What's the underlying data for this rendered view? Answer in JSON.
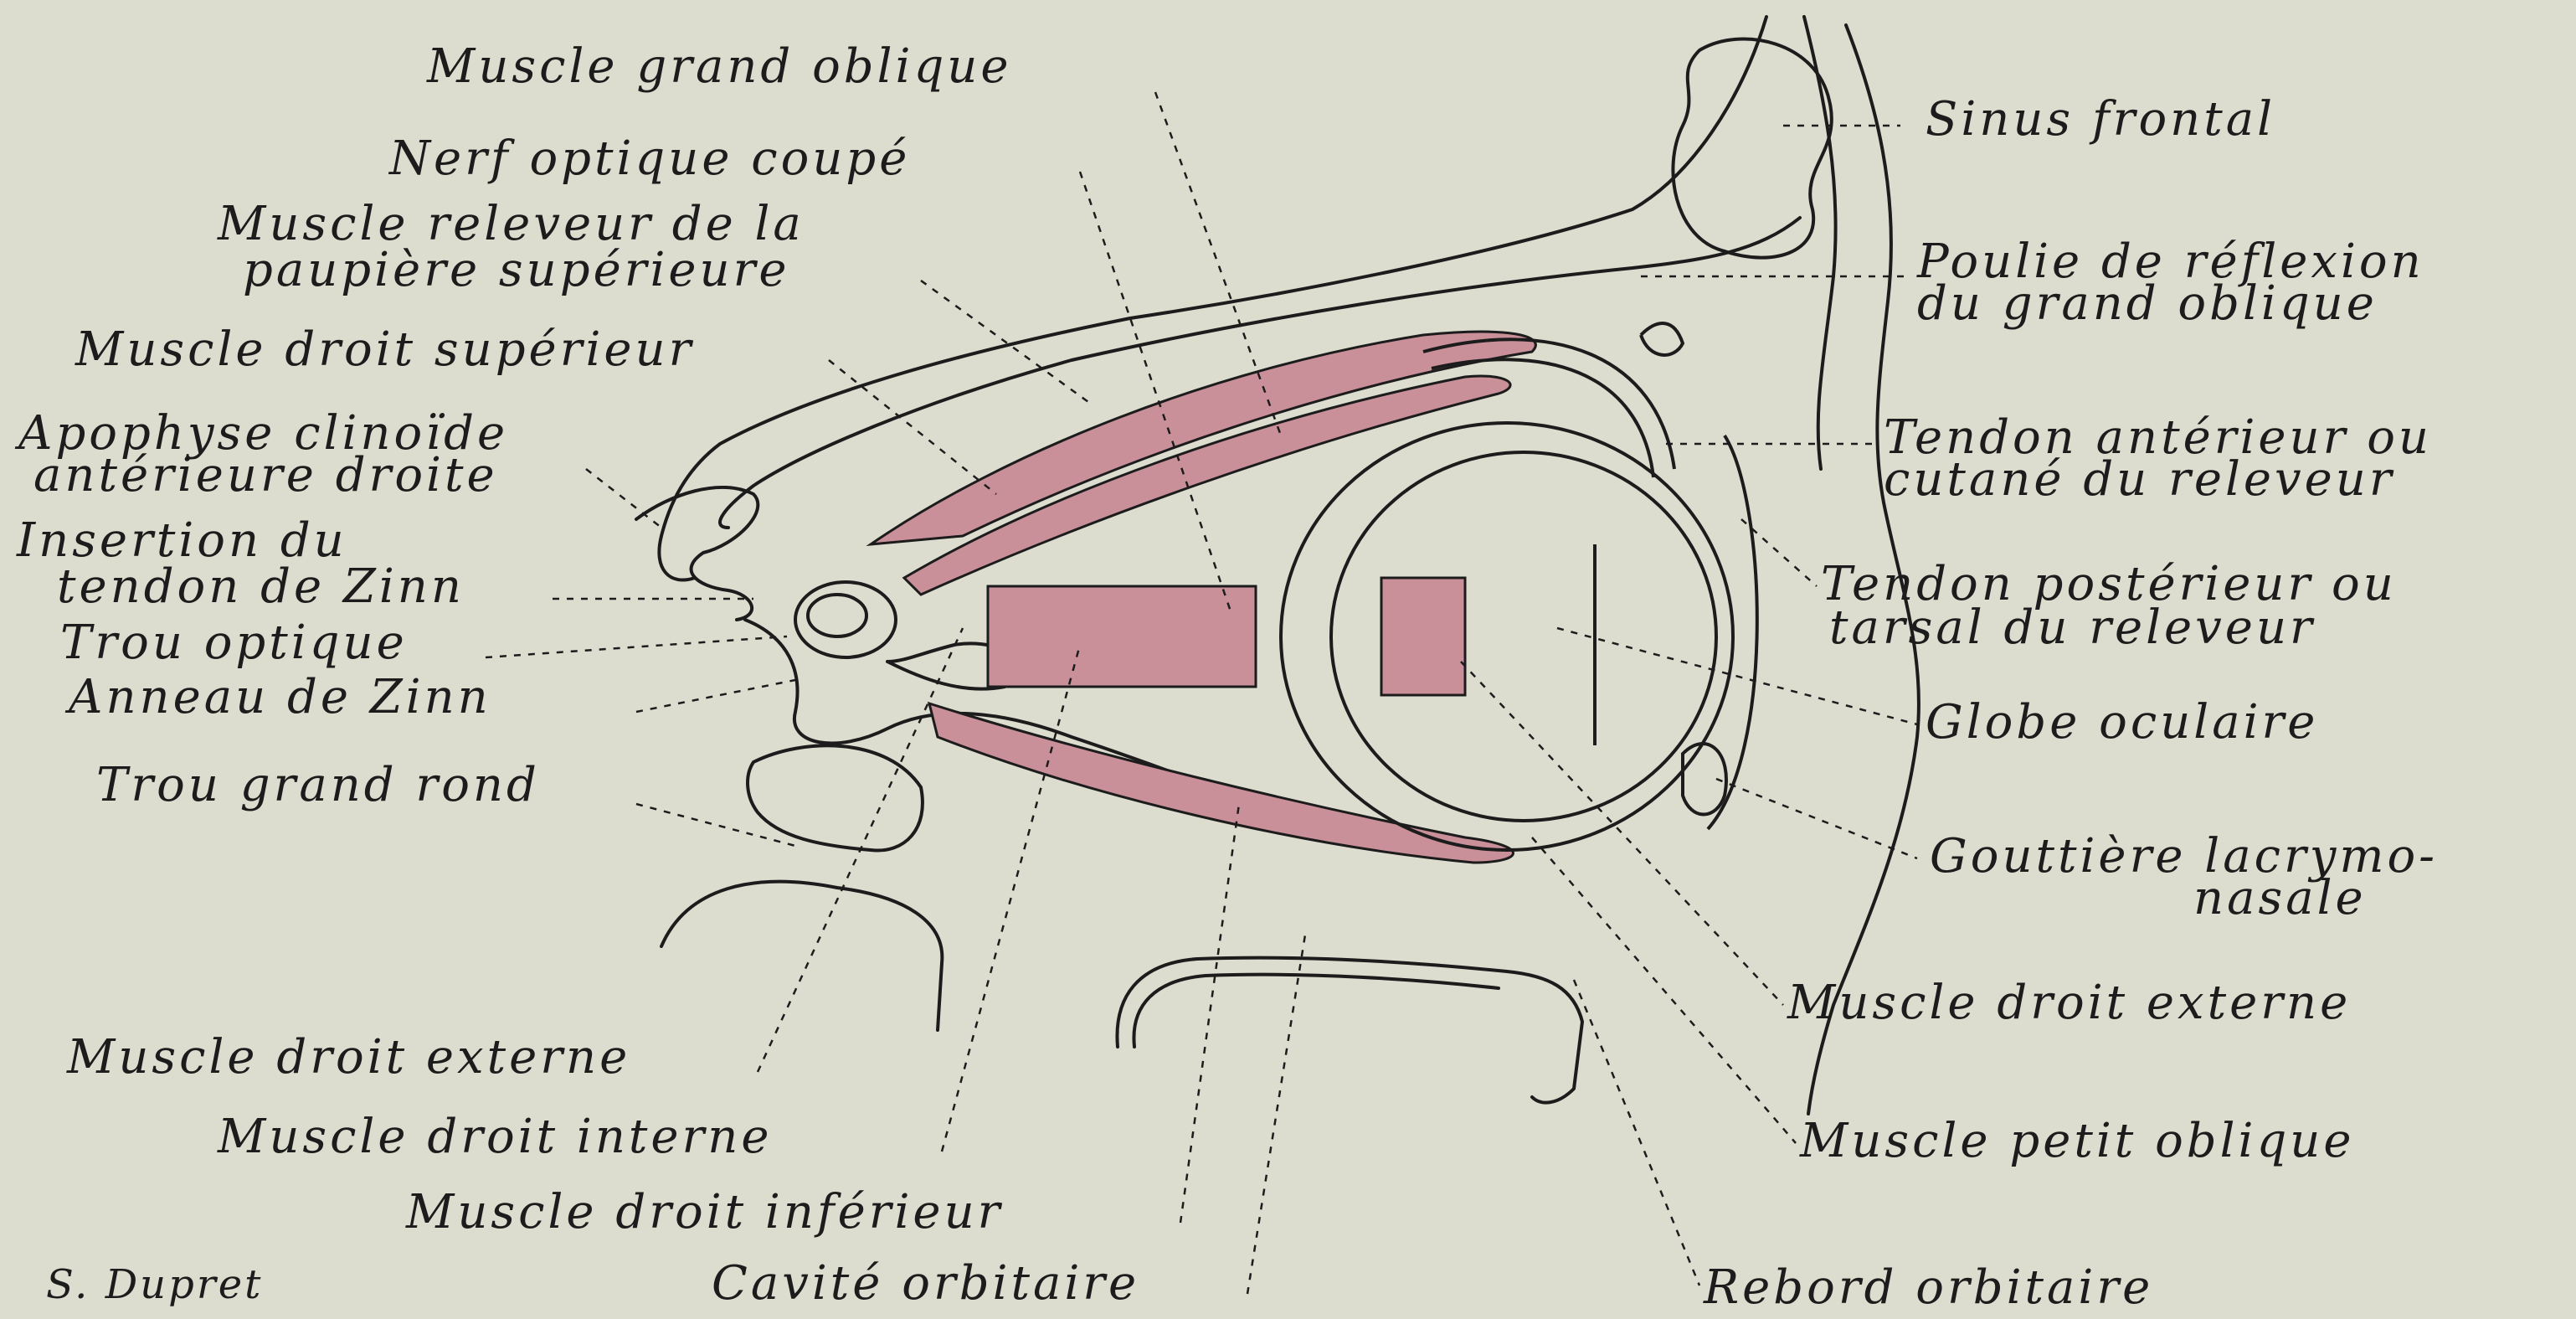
{
  "labels": {
    "grand_oblique": "Muscle grand oblique",
    "nerf_optique": "Nerf optique coupé",
    "releveur_1": "Muscle releveur de la",
    "releveur_2": "paupière supérieure",
    "droit_superieur": "Muscle droit supérieur",
    "apophyse_1": "Apophyse clinoïde",
    "apophyse_2": "antérieure droite",
    "insertion_1": "Insertion du",
    "insertion_2": "tendon de Zinn",
    "trou_optique": "Trou optique",
    "anneau_zinn": "Anneau de Zinn",
    "trou_grand_rond": "Trou grand rond",
    "droit_externe_left": "Muscle droit externe",
    "droit_interne": "Muscle droit interne",
    "droit_inferieur": "Muscle droit inférieur",
    "cavite_orbitaire": "Cavité orbitaire",
    "sinus_frontal": "Sinus frontal",
    "poulie_1": "Poulie de réflexion",
    "poulie_2": "du grand oblique",
    "tendon_ant_1": "Tendon antérieur ou",
    "tendon_ant_2": "cutané du releveur",
    "tendon_post_1": "Tendon postérieur ou",
    "tendon_post_2": "tarsal du releveur",
    "globe": "Globe oculaire",
    "gouttiere_1": "Gouttière lacrymo-",
    "gouttiere_2": "nasale",
    "droit_externe_right": "Muscle droit externe",
    "petit_oblique": "Muscle petit oblique",
    "rebord": "Rebord orbitaire"
  },
  "signature": "S. Dupret",
  "colors": {
    "background": "#dcdccf",
    "muscle": "#c9909a",
    "ink": "#1c1c1c"
  }
}
